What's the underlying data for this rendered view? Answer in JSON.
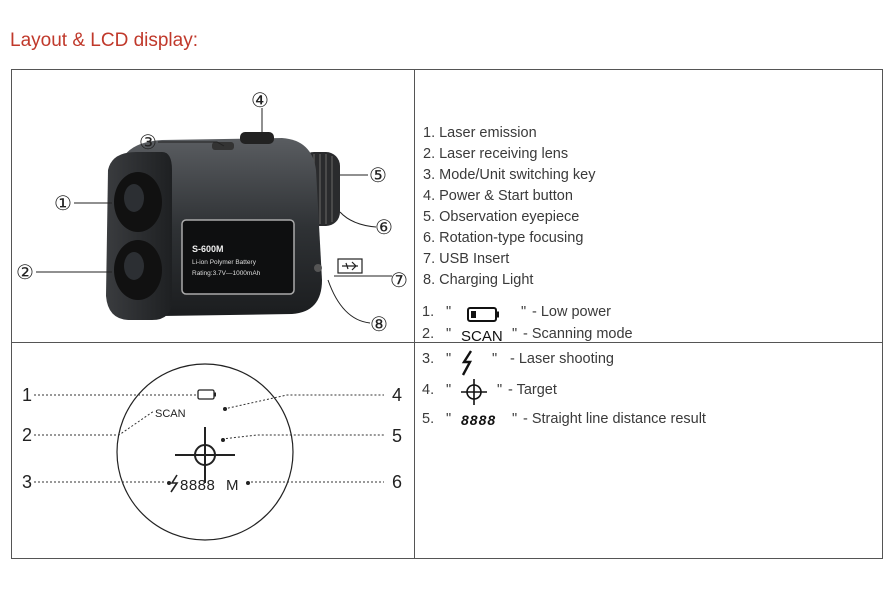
{
  "title": "Layout & LCD display:",
  "device": {
    "callouts": [
      "①",
      "②",
      "③",
      "④",
      "⑤",
      "⑥",
      "⑦",
      "⑧"
    ],
    "label_model": "S-600M",
    "label_battery": "Li-ion Polymer Battery",
    "label_rating": "Rating:3.7V—1000mAh"
  },
  "parts": [
    "1. Laser emission",
    "2. Laser receiving lens",
    "3. Mode/Unit switching key",
    "4. Power & Start button",
    "5. Observation eyepiece",
    "6. Rotation-type focusing",
    "7. USB Insert",
    "8. Charging Light"
  ],
  "lcd": {
    "scan": "SCAN",
    "digits": "8888",
    "unit": "M",
    "left_nums": [
      "1",
      "2",
      "3"
    ],
    "right_nums": [
      "4",
      "5",
      "6"
    ]
  },
  "legend": [
    {
      "num": "1.",
      "open": "\"",
      "icon": "battery-icon",
      "close": "\"",
      "desc": "- Low power"
    },
    {
      "num": "2.",
      "open": "\"",
      "text": "SCAN",
      "close": "\"",
      "desc": "- Scanning mode"
    },
    {
      "num": "3.",
      "open": "\"",
      "icon": "laser-icon",
      "close": "\"",
      "desc": "-   Laser shooting"
    },
    {
      "num": "4.",
      "open": "\"",
      "icon": "crosshair-icon",
      "close": "\"",
      "desc": "- Target"
    },
    {
      "num": "5.",
      "open": "\"",
      "text": "8888",
      "close": "\"",
      "desc": "- Straight line distance result"
    }
  ]
}
